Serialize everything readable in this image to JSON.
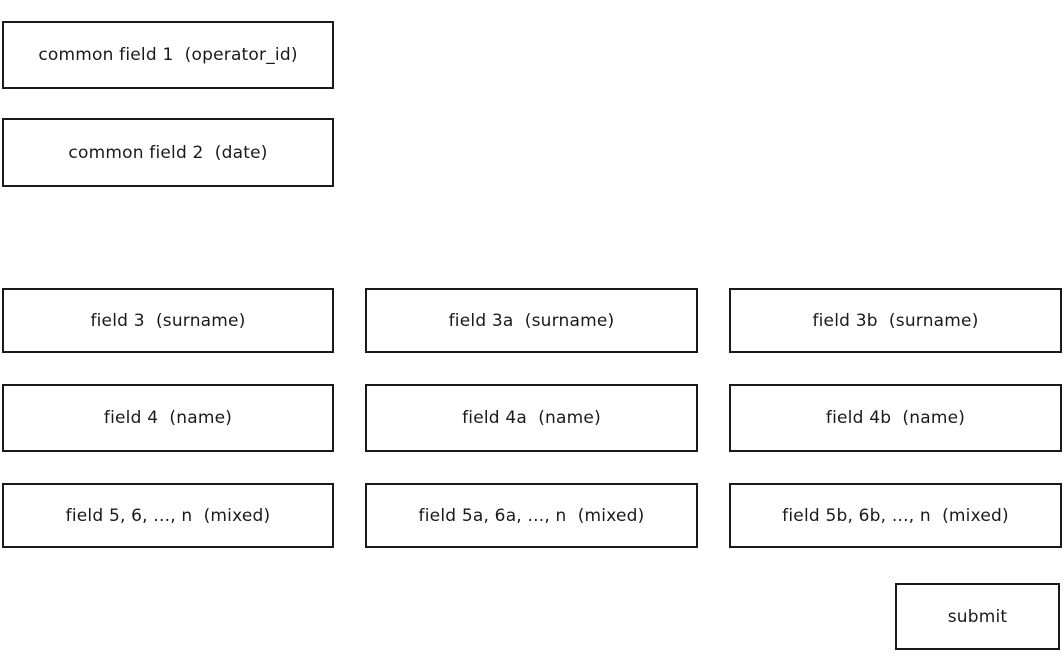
{
  "wireframe": {
    "common_fields": {
      "field1": "common field 1  (operator_id)",
      "field2": "common field 2  (date)"
    },
    "grid": {
      "row1": {
        "col1": "field 3  (surname)",
        "col2": "field 3a  (surname)",
        "col3": "field 3b  (surname)"
      },
      "row2": {
        "col1": "field 4  (name)",
        "col2": "field 4a  (name)",
        "col3": "field 4b  (name)"
      },
      "row3": {
        "col1": "field 5, 6, ..., n  (mixed)",
        "col2": "field 5a, 6a, ..., n  (mixed)",
        "col3": "field 5b, 6b, ..., n  (mixed)"
      }
    },
    "submit": {
      "label": "submit"
    },
    "colors": {
      "border": "#1a1a1a",
      "text": "#1a1a1a",
      "background": "#ffffff"
    }
  }
}
